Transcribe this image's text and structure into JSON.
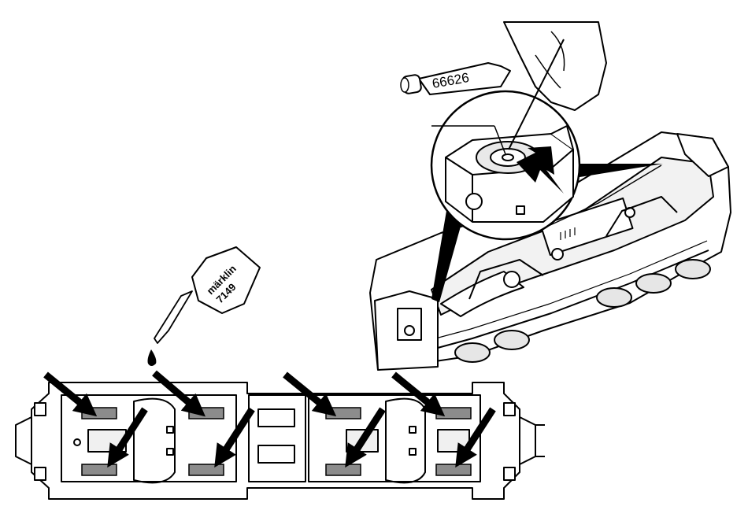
{
  "labels": {
    "grease_tube": "66626",
    "oil_brand": "märklin",
    "oil_number": "7149"
  },
  "colors": {
    "line": "#000000",
    "background": "#ffffff",
    "shading": "#bdbdbd",
    "tread": "#8c8c8c"
  },
  "icons": [
    "grease-tube-icon",
    "oil-bottle-icon",
    "oil-drop-icon",
    "hand-icon",
    "lubrication-arrow-icon",
    "magnifier-circle-icon"
  ]
}
